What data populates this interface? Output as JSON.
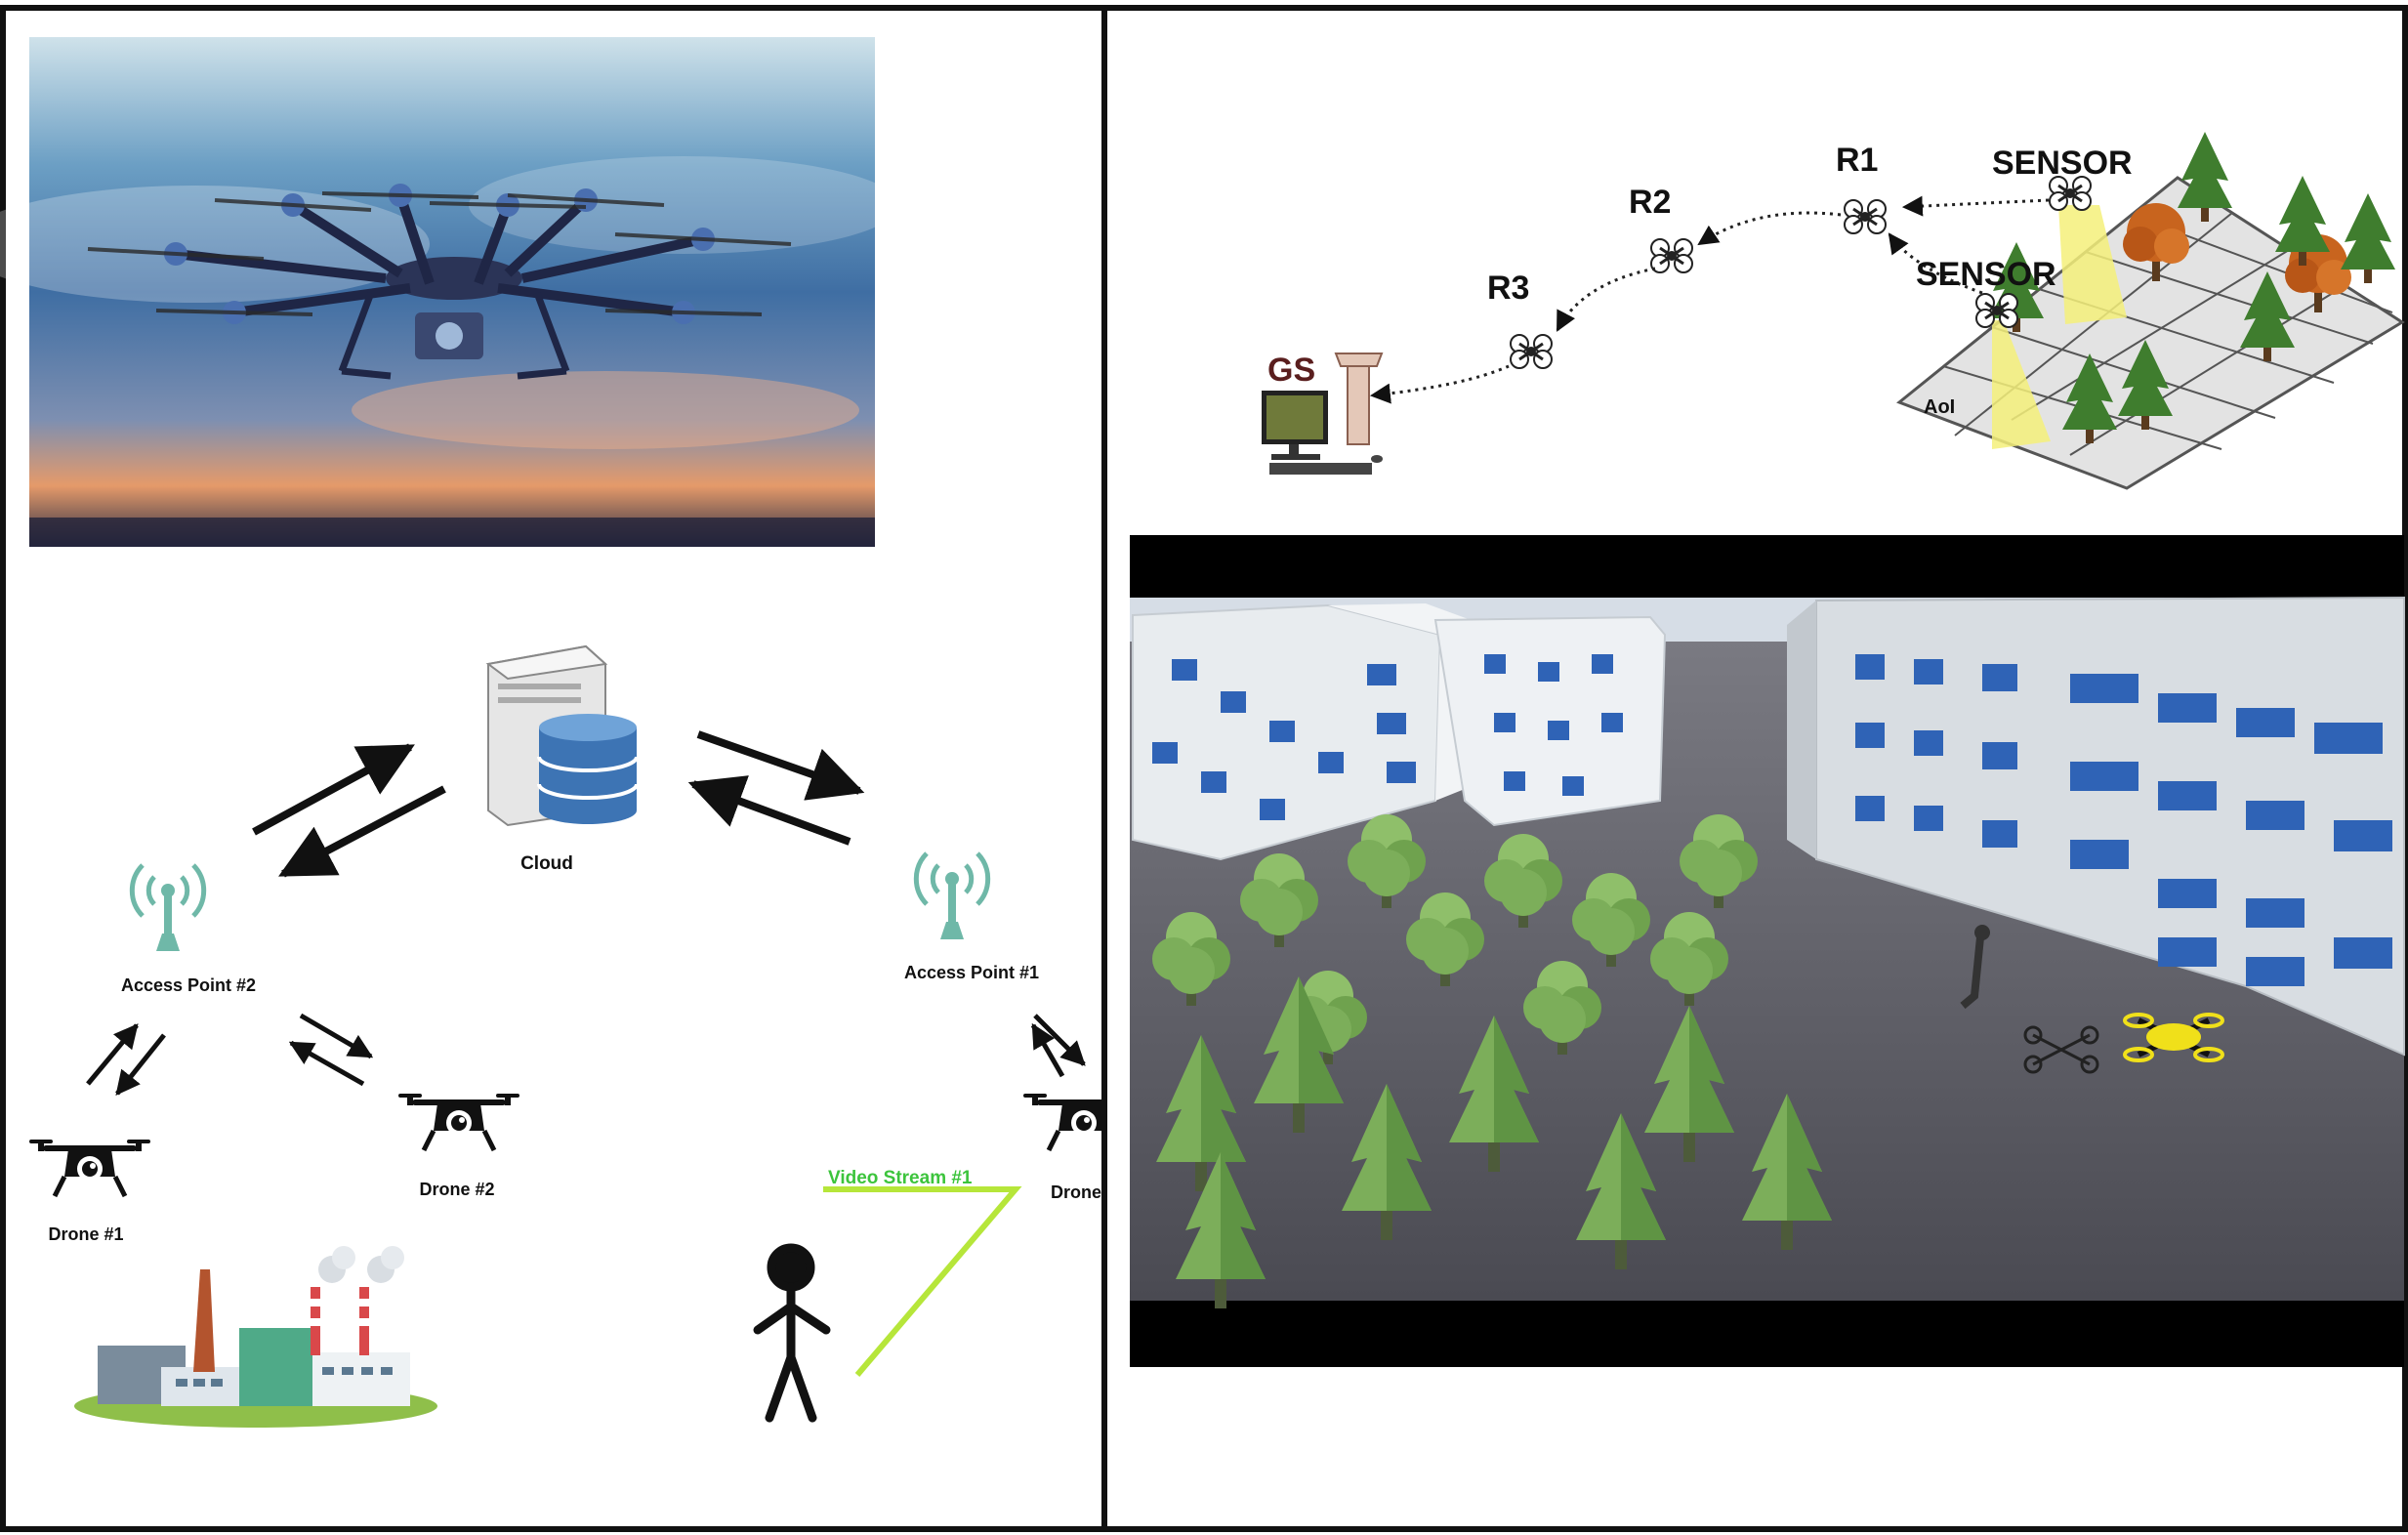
{
  "network": {
    "cloud": "Cloud",
    "ap2": "Access Point #2",
    "ap1": "Access Point #1",
    "drone1": "Drone #1",
    "drone2": "Drone #2",
    "drone3": "Drone",
    "video": "Video Stream #1"
  },
  "relay": {
    "gs": "GS",
    "r1": "R1",
    "r2": "R2",
    "r3": "R3",
    "sensor1": "SENSOR",
    "sensor2": "SENSOR",
    "aoi": "AoI"
  },
  "colors": {
    "border": "#111111",
    "arrow": "#111111",
    "antenna": "#6fb8a8",
    "video": "#3cc43c",
    "video_line": "#b6e63a",
    "sensor_beam": "#f5f07a",
    "tree_green": "#3f7d2e",
    "tree_orange": "#c8641e",
    "grass": "#8fbf4a"
  },
  "icons": [
    "photo-drone-icon",
    "server-icon",
    "database-icon",
    "antenna-icon",
    "quadcopter-icon",
    "factory-icon",
    "stick-figure-icon",
    "ground-station-computer-icon",
    "tree-icon"
  ]
}
